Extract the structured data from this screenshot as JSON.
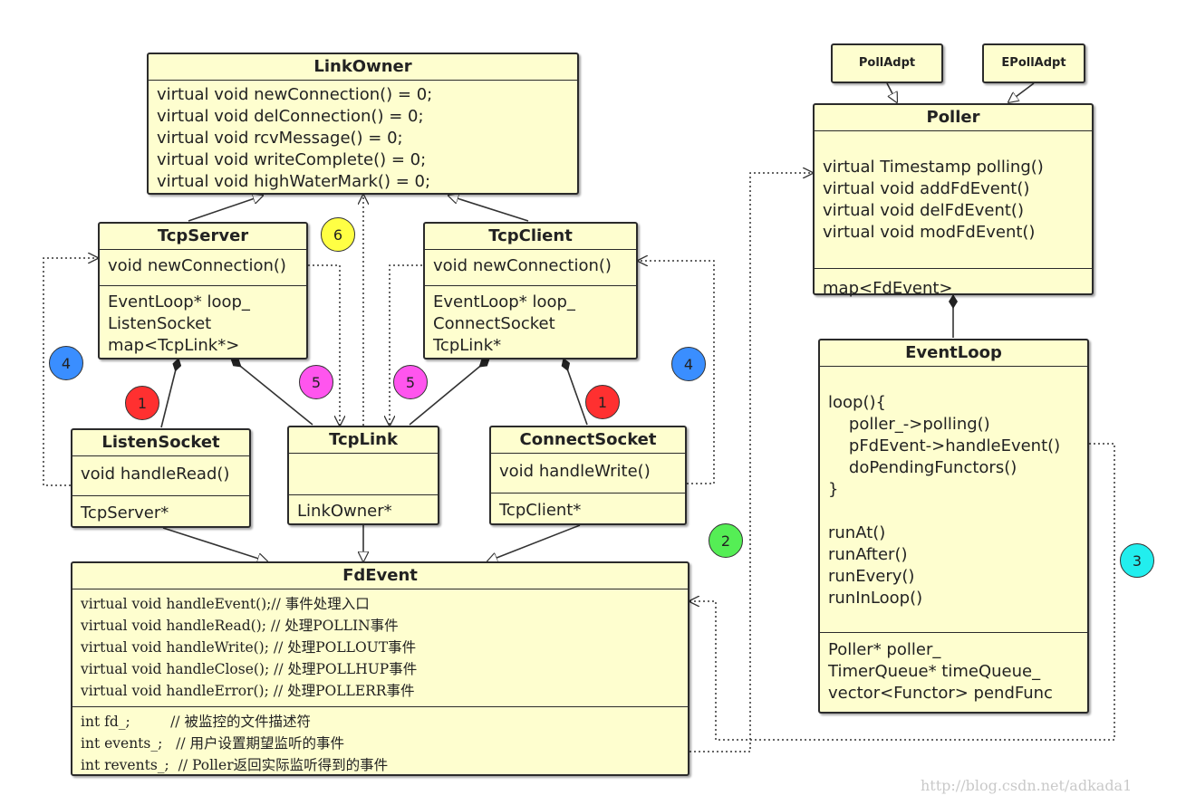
{
  "classes": {
    "linkowner": {
      "title": "LinkOwner",
      "ops": [
        "virtual void newConnection() = 0;",
        "virtual void delConnection() = 0;",
        "virtual void rcvMessage() = 0;",
        "virtual void writeComplete() = 0;",
        "virtual void highWaterMark() = 0;"
      ]
    },
    "tcpserver": {
      "title": "TcpServer",
      "ops": [
        "void newConnection()"
      ],
      "attrs": [
        "EventLoop* loop_",
        "ListenSocket",
        "map<TcpLink*>"
      ]
    },
    "tcpclient": {
      "title": "TcpClient",
      "ops": [
        "void newConnection()"
      ],
      "attrs": [
        "EventLoop* loop_",
        "ConnectSocket",
        "TcpLink*"
      ]
    },
    "listensocket": {
      "title": "ListenSocket",
      "ops": [
        "void handleRead()"
      ],
      "attrs": [
        "TcpServer*"
      ]
    },
    "tcplink": {
      "title": "TcpLink",
      "attrs": [
        "LinkOwner*"
      ]
    },
    "connectsocket": {
      "title": "ConnectSocket",
      "ops": [
        "void handleWrite()"
      ],
      "attrs": [
        "TcpClient*"
      ]
    },
    "fdevent": {
      "title": "FdEvent",
      "ops": [
        "virtual void handleEvent();// 事件处理入口",
        "virtual void handleRead(); // 处理POLLIN事件",
        "virtual void handleWrite(); // 处理POLLOUT事件",
        "virtual void handleClose(); // 处理POLLHUP事件",
        "virtual void handleError(); // 处理POLLERR事件"
      ],
      "attrs": [
        "int fd_;         // 被监控的文件描述符",
        "int events_;   // 用户设置期望监听的事件",
        "int revents_;  // Poller返回实际监听得到的事件"
      ]
    },
    "polladpt": {
      "title": "PollAdpt"
    },
    "epolladpt": {
      "title": "EPollAdpt"
    },
    "poller": {
      "title": "Poller",
      "ops": [
        "virtual Timestamp polling()",
        "virtual void addFdEvent()",
        "virtual void delFdEvent()",
        "virtual void modFdEvent()"
      ],
      "attrs": [
        "map<FdEvent>"
      ]
    },
    "eventloop": {
      "title": "EventLoop",
      "ops": [
        "loop(){",
        "    poller_->polling()",
        "    pFdEvent->handleEvent()",
        "    doPendingFunctors()",
        "}",
        "",
        "runAt()",
        "runAfter()",
        "runEvery()",
        "runInLoop()"
      ],
      "attrs": [
        "Poller* poller_",
        "TimerQueue* timeQueue_",
        "vector<Functor> pendFunc"
      ]
    }
  },
  "badges": [
    {
      "label": "1",
      "color": "#ff3030"
    },
    {
      "label": "1",
      "color": "#ff3030"
    },
    {
      "label": "2",
      "color": "#55ee55"
    },
    {
      "label": "3",
      "color": "#22eeee"
    },
    {
      "label": "4",
      "color": "#3a8eff"
    },
    {
      "label": "4",
      "color": "#3a8eff"
    },
    {
      "label": "5",
      "color": "#ff55ee"
    },
    {
      "label": "5",
      "color": "#ff55ee"
    },
    {
      "label": "6",
      "color": "#ffff44"
    }
  ],
  "watermark": "http://blog.csdn.net/adkada1"
}
